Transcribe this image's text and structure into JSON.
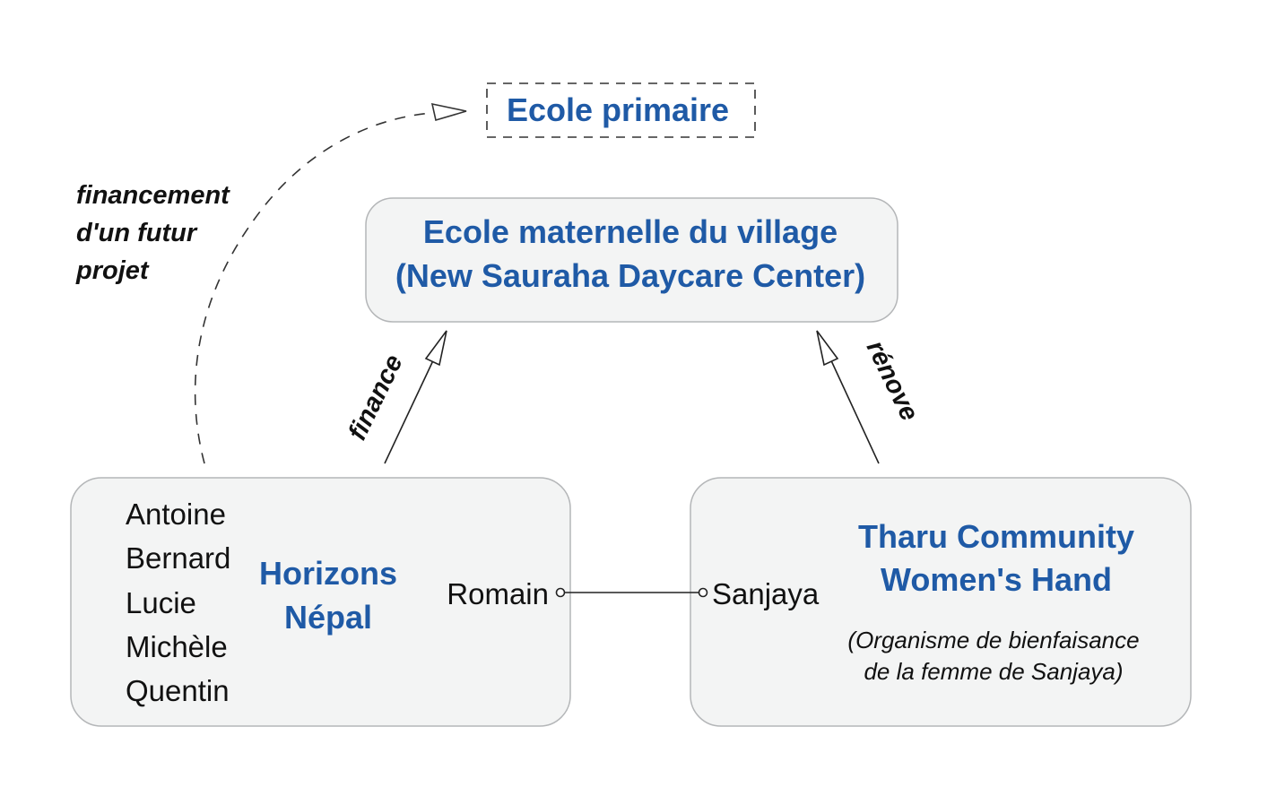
{
  "nodes": {
    "ecole_primaire": {
      "label": "Ecole primaire"
    },
    "ecole_maternelle": {
      "line1": "Ecole maternelle du village",
      "line2": "(New Sauraha Daycare Center)"
    },
    "horizons_nepal": {
      "line1": "Horizons",
      "line2": "Népal",
      "members": [
        "Antoine",
        "Bernard",
        "Lucie",
        "Michèle",
        "Quentin"
      ],
      "port": "Romain"
    },
    "tharu": {
      "line1": "Tharu Community",
      "line2": "Women's Hand",
      "note1": "(Organisme de bienfaisance",
      "note2": "de la femme de Sanjaya)",
      "port": "Sanjaya"
    }
  },
  "edges": {
    "future_funding": {
      "line1": "financement",
      "line2": "d'un futur",
      "line3": "projet"
    },
    "finance": {
      "label": "finance"
    },
    "renove": {
      "label": "rénove"
    }
  },
  "colors": {
    "title": "#1f5aa6",
    "box_fill": "#f3f4f4",
    "box_stroke": "#b4b6b8",
    "line": "#222222"
  }
}
